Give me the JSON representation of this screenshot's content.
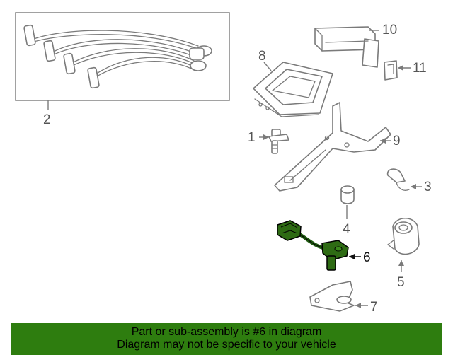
{
  "callouts": {
    "c1": "1",
    "c2": "2",
    "c3": "3",
    "c4": "4",
    "c5": "5",
    "c6": "6",
    "c7": "7",
    "c8": "8",
    "c9": "9",
    "c10": "10",
    "c11": "11"
  },
  "highlight_part": "6",
  "colors": {
    "highlight_part": "#1e5a10",
    "banner_bg": "#2e7d0f",
    "line_art": "#7a7a7a"
  },
  "banner": {
    "line1": "Part or sub-assembly is #6 in diagram",
    "line2": "Diagram may not be specific to your vehicle"
  }
}
